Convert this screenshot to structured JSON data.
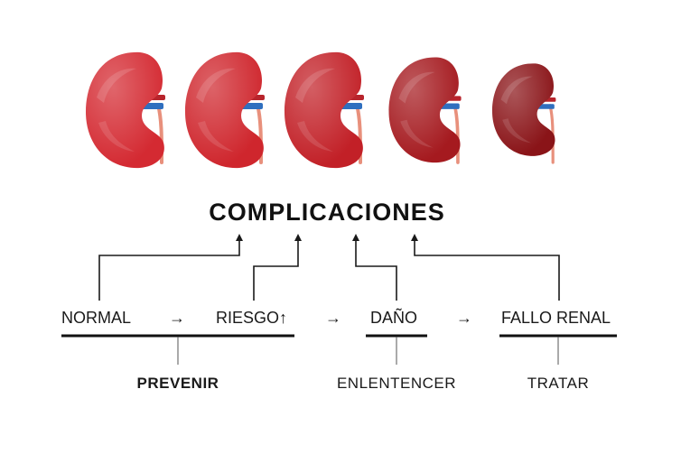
{
  "title": "COMPLICACIONES",
  "kidney_colors": [
    "#d42a32",
    "#cf262d",
    "#c22027",
    "#a51a1f",
    "#8a1418"
  ],
  "stages": [
    {
      "label": "NORMAL"
    },
    {
      "label": "RIESGO↑"
    },
    {
      "label": "DAÑO"
    },
    {
      "label": "FALLO RENAL"
    }
  ],
  "arrow_glyph": "→",
  "arrow_color": "#c0282d",
  "actions": [
    {
      "label": "PREVENIR",
      "bold": true
    },
    {
      "label": "ENLENTENCER",
      "bold": false
    },
    {
      "label": "TRATAR",
      "bold": false
    }
  ],
  "colors": {
    "ureter": "#e8907c",
    "vein": "#2f6fbf",
    "artery": "#b8242c",
    "text": "#1a1a1a"
  }
}
